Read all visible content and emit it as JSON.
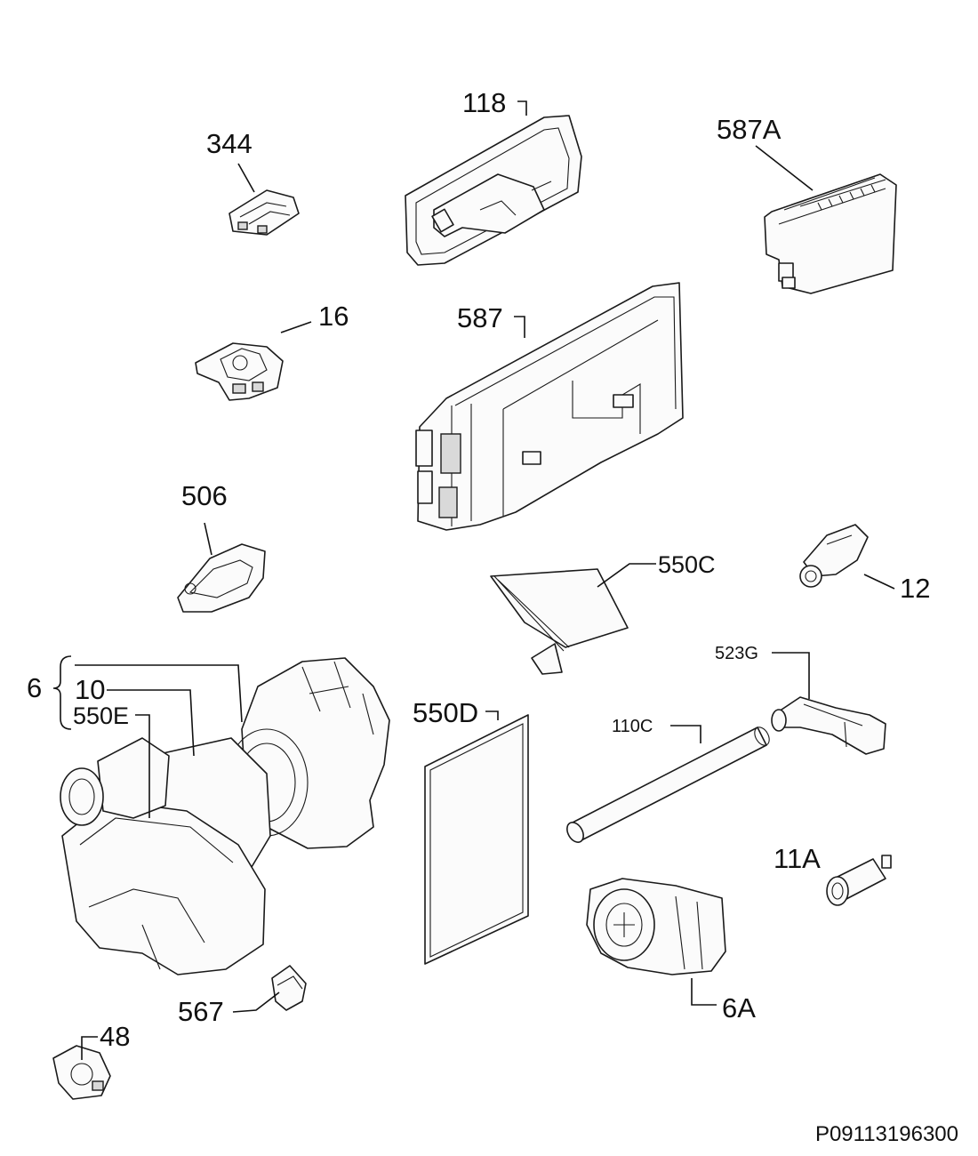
{
  "labels": {
    "p118": "118",
    "p344": "344",
    "p587A": "587A",
    "p16": "16",
    "p587": "587",
    "p506": "506",
    "p550C": "550C",
    "p12": "12",
    "p6": "6",
    "p10": "10",
    "p550E": "550E",
    "p550D": "550D",
    "p523G": "523G",
    "p110C": "110C",
    "p11A": "11A",
    "p567": "567",
    "p6A": "6A",
    "p48": "48"
  },
  "reference_code": "P09113196300"
}
